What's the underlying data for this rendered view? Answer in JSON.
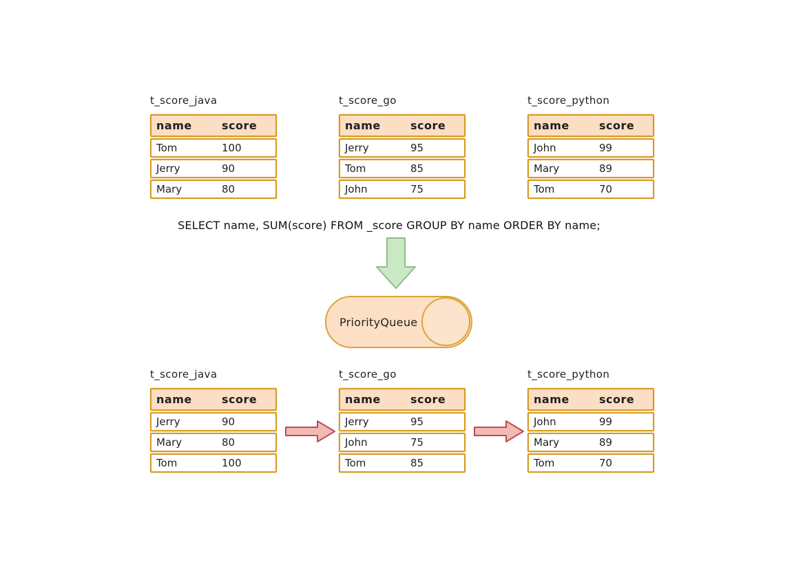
{
  "sql_query": "SELECT name, SUM(score) FROM _score GROUP BY name ORDER BY name;",
  "queue": {
    "label": "PriorityQueue"
  },
  "columns": [
    "name",
    "score"
  ],
  "top_tables": [
    {
      "title": "t_score_java",
      "rows": [
        [
          "Tom",
          "100"
        ],
        [
          "Jerry",
          "90"
        ],
        [
          "Mary",
          "80"
        ]
      ]
    },
    {
      "title": "t_score_go",
      "rows": [
        [
          "Jerry",
          "95"
        ],
        [
          "Tom",
          "85"
        ],
        [
          "John",
          "75"
        ]
      ]
    },
    {
      "title": "t_score_python",
      "rows": [
        [
          "John",
          "99"
        ],
        [
          "Mary",
          "89"
        ],
        [
          "Tom",
          "70"
        ]
      ]
    }
  ],
  "bottom_tables": [
    {
      "title": "t_score_java",
      "rows": [
        [
          "Jerry",
          "90"
        ],
        [
          "Mary",
          "80"
        ],
        [
          "Tom",
          "100"
        ]
      ]
    },
    {
      "title": "t_score_go",
      "rows": [
        [
          "Jerry",
          "95"
        ],
        [
          "John",
          "75"
        ],
        [
          "Tom",
          "85"
        ]
      ]
    },
    {
      "title": "t_score_python",
      "rows": [
        [
          "John",
          "99"
        ],
        [
          "Mary",
          "89"
        ],
        [
          "Tom",
          "70"
        ]
      ]
    }
  ],
  "colors": {
    "table_border": "#d8991f",
    "table_header_fill": "#fbdec3",
    "cylinder_fill": "#fcdfc4",
    "cylinder_border": "#dca337",
    "green_arrow_fill": "#cbe8c5",
    "green_arrow_stroke": "#8fbd8a",
    "red_arrow_fill": "#f3bab3",
    "red_arrow_stroke": "#bb4c52"
  }
}
